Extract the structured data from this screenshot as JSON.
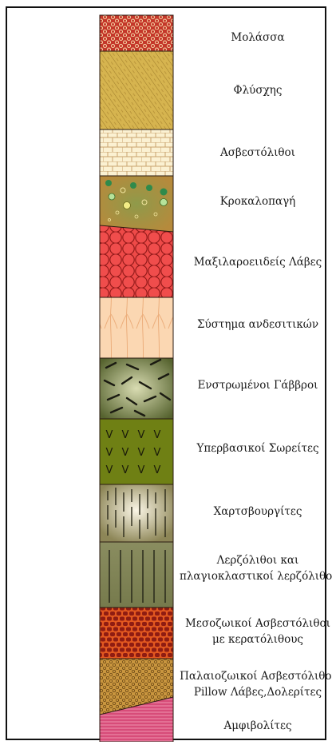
{
  "layers": [
    {
      "id": "molassa",
      "label": "Μολάσσα",
      "pattern": "red-circles",
      "color": "#c8412c"
    },
    {
      "id": "flysch",
      "label": "Φλύσχης",
      "pattern": "diagonal-hatch",
      "color": "#d4b24c"
    },
    {
      "id": "limestone",
      "label": "Ασβεστόλιθοι",
      "pattern": "brick",
      "color": "#fbf0cf"
    },
    {
      "id": "conglomerate",
      "label": "Κροκαλοπαγή",
      "pattern": "pebbles",
      "color": "#b58a3e"
    },
    {
      "id": "pillow-lavas",
      "label": "Μαξιλαροειιδείς Λάβες",
      "pattern": "pillows",
      "color": "#ef4a4a"
    },
    {
      "id": "andesitic-system",
      "label": "Σύστημα ανδεσιτικών",
      "pattern": "branching",
      "color": "#fbd6b0"
    },
    {
      "id": "layered-gabbros",
      "label": "Ενστρωμένοι Γάββροι",
      "pattern": "dashes",
      "color": "#5d6a3b"
    },
    {
      "id": "ultrabasic-bodies",
      "label": "Υπερβασικοί Σωρείτες",
      "pattern": "v-marks",
      "color": "#6e7f14"
    },
    {
      "id": "harzburgites",
      "label": "Χαρτσβουργίτες",
      "pattern": "vertical-dashes",
      "color": "#cfc39c"
    },
    {
      "id": "lherzolites",
      "label": [
        "Λερζόλιθοι και",
        "πλαγιοκλαστικοί λερζόλιθοι"
      ],
      "pattern": "vertical-lines",
      "color": "#7d8256"
    },
    {
      "id": "mesozoic-limestones",
      "label": [
        "Μεσοζωικοί Ασβεστόλιθοι",
        "με κερατόλιθους"
      ],
      "pattern": "red-brick",
      "color": "#e0531f"
    },
    {
      "id": "paleozoic-limestones",
      "label": [
        "Παλαιοζωικοί Ασβεστόλιθοι",
        "Pillow Λάβες,Δολερίτες"
      ],
      "pattern": "dots",
      "color": "#c4913b"
    },
    {
      "id": "amphibolites",
      "label": "Αμφιβολίτες",
      "pattern": "pink-stripes",
      "color": "#d9507a"
    }
  ]
}
